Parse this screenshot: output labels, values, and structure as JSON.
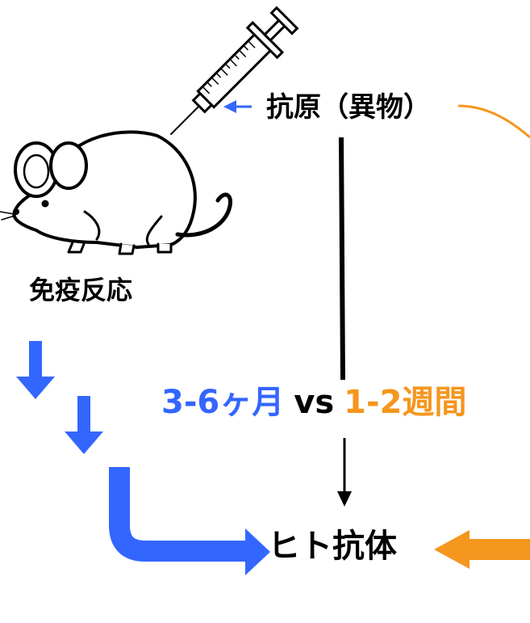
{
  "labels": {
    "antigen": "抗原（異物）",
    "immune_response": "免疫反応",
    "human_antibody": "ヒト抗体"
  },
  "comparison": {
    "mouse_time": "3-6ヶ月",
    "vs": "vs",
    "alt_time": "1-2週間"
  },
  "colors": {
    "mouse_path": "#3366ff",
    "alt_path": "#f5961e",
    "text": "#000000"
  },
  "icons": {
    "animal": "mouse-icon",
    "injection": "syringe-icon"
  }
}
